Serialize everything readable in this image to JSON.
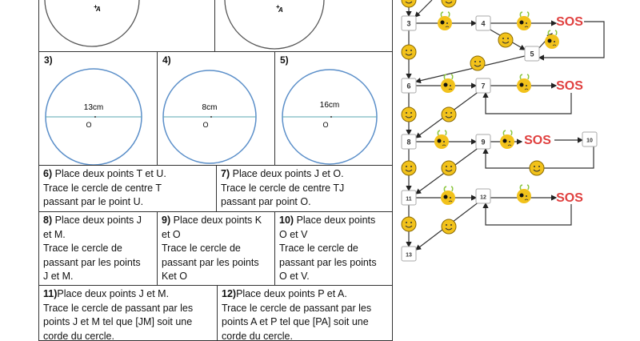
{
  "exercises": {
    "e1": {
      "point": "A"
    },
    "e2": {
      "point": "A"
    },
    "e3": {
      "number": "3)",
      "diameter": "13cm",
      "center": "O"
    },
    "e4": {
      "number": "4)",
      "diameter": "8cm",
      "center": "O"
    },
    "e5": {
      "number": "5)",
      "diameter": "16cm",
      "center": "O"
    },
    "e6": {
      "number": "6)",
      "lines": [
        "Place deux points T et U.",
        "Trace le cercle de centre T",
        "passant par le point U."
      ]
    },
    "e7": {
      "number": "7)",
      "lines": [
        "Place deux points J et O.",
        "Trace le cercle de centre TJ",
        "passant par point  O."
      ]
    },
    "e8": {
      "number": "8)",
      "lines": [
        "Place deux points J",
        "et M.",
        "Trace le cercle de",
        "passant  par les points",
        "J et M."
      ]
    },
    "e9": {
      "number": "9)",
      "lines": [
        "Place deux points K",
        "et O",
        "Trace le cercle de",
        "passant  par les points",
        "Ket O"
      ]
    },
    "e10": {
      "number": "10)",
      "lines": [
        "Place deux points",
        "O et V",
        "Trace le cercle de",
        "passant  par les points",
        "O et V."
      ]
    },
    "e11": {
      "number": "11)",
      "lines": [
        "Place deux points J et M.",
        "Trace le cercle de passant  par les",
        "points J et M tel que [JM] soit une",
        "corde du cercle."
      ]
    },
    "e12": {
      "number": "12)",
      "lines": [
        "Place deux points P et A.",
        "Trace le cercle de passant  par les",
        "points A  et P tel que [PA] soit une",
        "corde du cercle."
      ]
    }
  },
  "flowchart": {
    "nodes": [
      "3",
      "4",
      "5",
      "6",
      "7",
      "8",
      "9",
      "10",
      "11",
      "12",
      "13"
    ],
    "sos_label": "SOS",
    "colors": {
      "smiley": "#f2c21b",
      "sos": "#e0403f",
      "circle_blue": "#5b8fc9"
    }
  }
}
